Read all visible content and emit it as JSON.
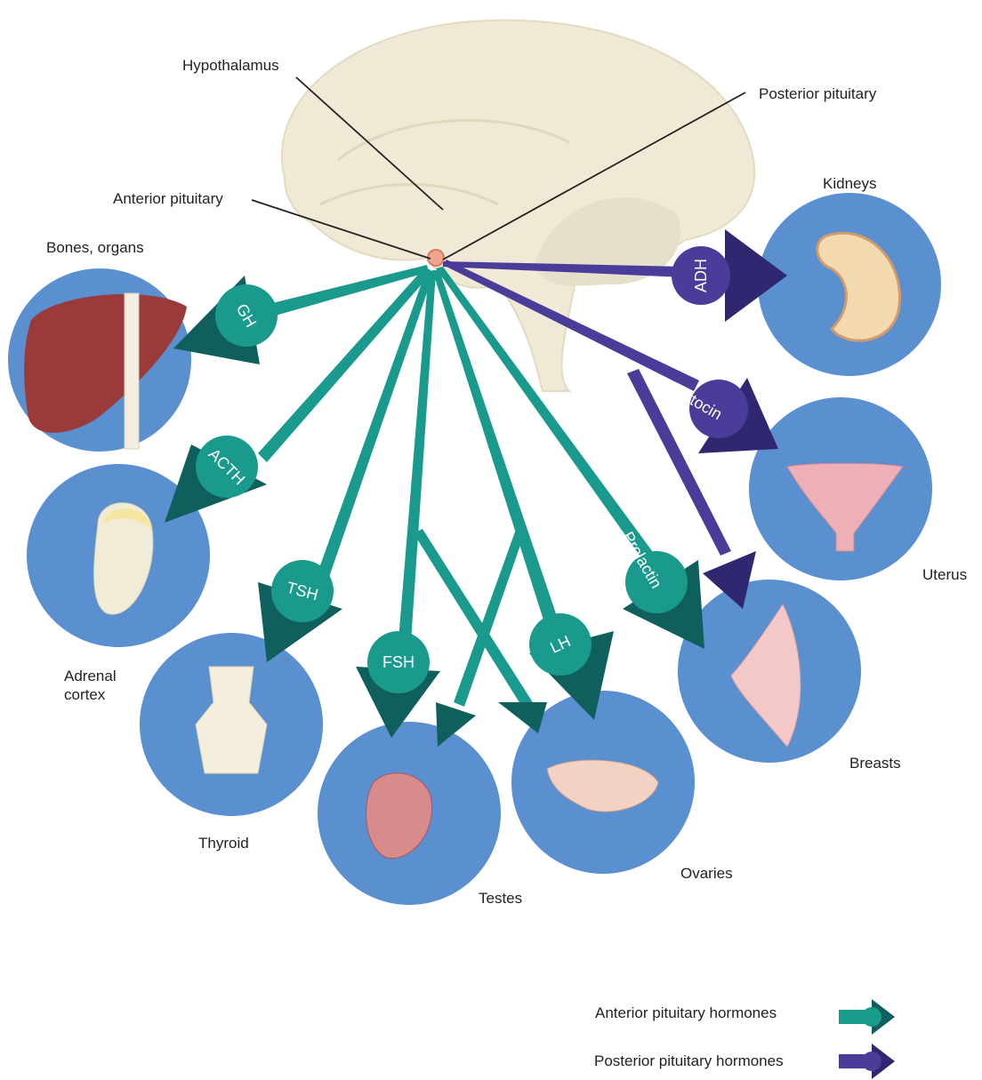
{
  "labels": {
    "hypothalamus": "Hypothalamus",
    "posterior_pituitary": "Posterior pituitary",
    "anterior_pituitary": "Anterior pituitary",
    "kidneys": "Kidneys",
    "bones_organs": "Bones, organs",
    "adrenal_line1": "Adrenal",
    "adrenal_line2": "cortex",
    "uterus": "Uterus",
    "thyroid": "Thyroid",
    "breasts": "Breasts",
    "testes": "Testes",
    "ovaries": "Ovaries"
  },
  "hormones": {
    "gh": "GH",
    "acth": "ACTH",
    "tsh": "TSH",
    "fsh": "FSH",
    "lh": "LH",
    "prolactin": "Prolactin",
    "adh": "ADH",
    "oxytocin": "Oxytocin"
  },
  "legend": {
    "anterior": "Anterior pituitary hormones",
    "posterior": "Posterior pituitary hormones"
  },
  "colors": {
    "anterior": "#1a9a8c",
    "anterior_dark": "#0f5f5c",
    "posterior": "#4a3d99",
    "posterior_dark": "#2f2770",
    "circle": "#5a8fd0",
    "brain": "#efe9d6"
  }
}
